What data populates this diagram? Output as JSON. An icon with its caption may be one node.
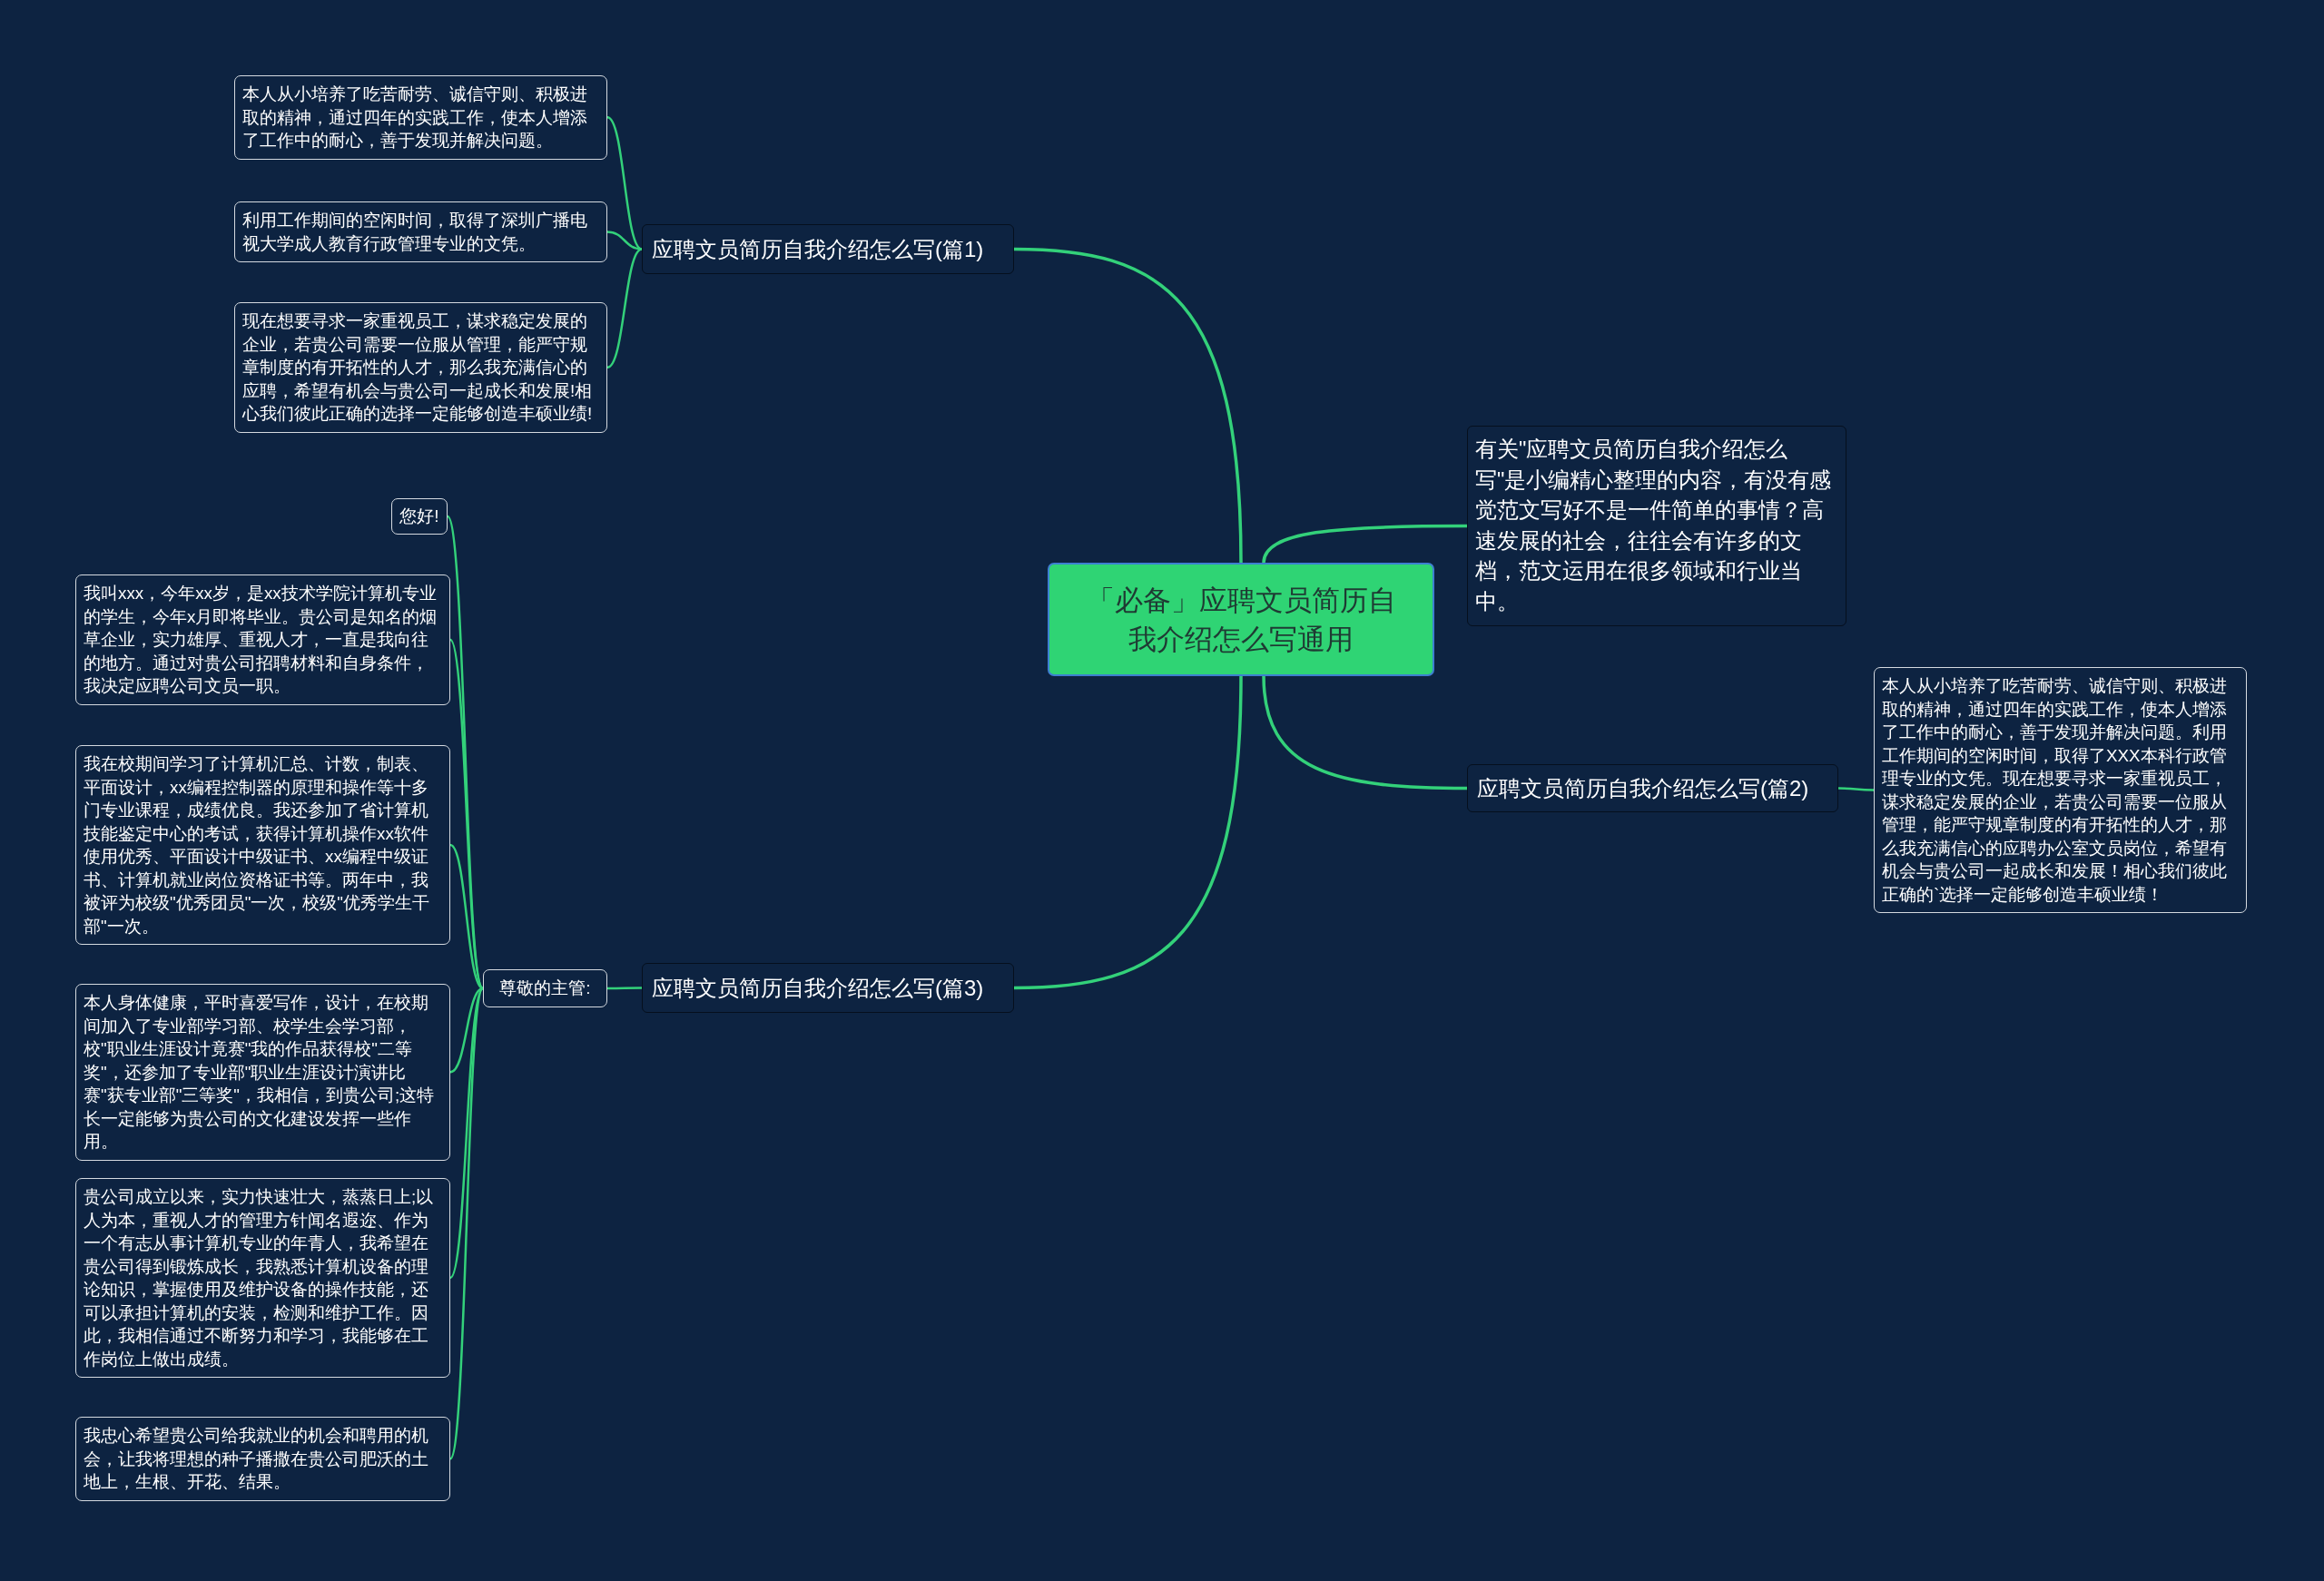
{
  "diagram": {
    "nodes": [
      {
        "text": [
          "「必备」应聘文员简历自我介绍怎么写通用"
        ]
      },
      {
        "text": [
          "应聘文员简历自我介绍怎么写(篇1)"
        ]
      },
      {
        "text": [
          "本人从小培养了吃苦耐劳、诚信守则、积极进取的精神，通过四年的实践工作，使本人增添了工作中的耐心，善于发现并解决问题。"
        ]
      },
      {
        "text": [
          "利用工作期间的空闲时间，取得了深圳广播电视大学成人教育行政管理专业的文凭。"
        ]
      },
      {
        "text": [
          "现在想要寻求一家重视员工，谋求稳定发展的企业，若贵公司需要一位服从管理，能严守规章制度的有开拓性的人才，那么我充满信心的应聘，希望有机会与贵公司一起成长和发展!相心我们彼此正确的选择一定能够创造丰硕业绩!"
        ]
      },
      {
        "text": [
          "有关\"应聘文员简历自我介绍怎么写\"是小编精心整理的内容，有没有感觉范文写好不是一件简单的事情？高速发展的社会，往往会有许多的文档，范文运用在很多领域和行业当中。"
        ]
      },
      {
        "text": [
          "应聘文员简历自我介绍怎么写(篇2)"
        ]
      },
      {
        "text": [
          "本人从小培养了吃苦耐劳、诚信守则、积极进取的精神，通过四年的实践工作，使本人增添了工作中的耐心，善于发现并解决问题。利用工作期间的空闲时间，取得了XXX本科行政管理专业的文凭。现在想要寻求一家重视员工，谋求稳定发展的企业，若贵公司需要一位服从管理，能严守规章制度的有开拓性的人才，那么我充满信心的应聘办公室文员岗位，希望有机会与贵公司一起成长和发展！相心我们彼此正确的`选择一定能够创造丰硕业绩！"
        ]
      },
      {
        "text": [
          "应聘文员简历自我介绍怎么写(篇3)"
        ]
      },
      {
        "text": [
          "尊敬的主管:"
        ]
      },
      {
        "text": [
          "您好!"
        ]
      },
      {
        "text": [
          "我叫xxx，今年xx岁，是xx技术学院计算机专业的学生，今年x月即将毕业。贵公司是知名的烟草企业，实力雄厚、重视人才，一直是我向往的地方。通过对贵公司招聘材料和自身条件，我决定应聘公司文员一职。"
        ]
      },
      {
        "text": [
          "我在校期间学习了计算机汇总、计数，制表、平面设计，xx编程控制器的原理和操作等十多门专业课程，成绩优良。我还参加了省计算机技能鉴定中心的考试，获得计算机操作xx软件使用优秀、平面设计中级证书、xx编程中级证书、计算机就业岗位资格证书等。两年中，我被评为校级\"优秀团员\"一次，校级\"优秀学生干部\"一次。"
        ]
      },
      {
        "text": [
          "本人身体健康，平时喜爱写作，设计，在校期间加入了专业部学习部、校学生会学习部，校\"职业生涯设计竟赛\"我的作品获得校\"二等奖\"，还参加了专业部\"职业生涯设计演讲比赛\"获专业部\"三等奖\"，我相信，到贵公司;这特长一定能够为贵公司的文化建设发挥一些作用。"
        ]
      },
      {
        "text": [
          "贵公司成立以来，实力快速壮大，蒸蒸日上;以人为本，重视人才的管理方针闻名遐迩、作为一个有志从事计算机专业的年青人，我希望在贵公司得到锻炼成长，我熟悉计算机设备的理论知识，掌握使用及维护设备的操作技能，还可以承担计算机的安装，检测和维护工作。因此，我相信通过不断努力和学习，我能够在工作岗位上做出成绩。"
        ]
      },
      {
        "text": [
          "我忠心希望贵公司给我就业的机会和聘用的机会，让我将理想的种子播撒在贵公司肥沃的土地上，生根、开花、结果。"
        ]
      }
    ],
    "edges": [
      {
        "from": 0,
        "to": 1,
        "arrow": "none"
      },
      {
        "from": 1,
        "to": 2,
        "arrow": "none"
      },
      {
        "from": 1,
        "to": 3,
        "arrow": "none"
      },
      {
        "from": 1,
        "to": 4,
        "arrow": "none"
      },
      {
        "from": 0,
        "to": 5,
        "arrow": "none"
      },
      {
        "from": 0,
        "to": 6,
        "arrow": "none"
      },
      {
        "from": 6,
        "to": 7,
        "arrow": "none"
      },
      {
        "from": 0,
        "to": 8,
        "arrow": "none"
      },
      {
        "from": 8,
        "to": 9,
        "arrow": "none"
      },
      {
        "from": 9,
        "to": 10,
        "arrow": "none"
      },
      {
        "from": 9,
        "to": 11,
        "arrow": "none"
      },
      {
        "from": 9,
        "to": 12,
        "arrow": "none"
      },
      {
        "from": 9,
        "to": 13,
        "arrow": "none"
      },
      {
        "from": 9,
        "to": 14,
        "arrow": "none"
      },
      {
        "from": 9,
        "to": 15,
        "arrow": "none"
      }
    ]
  }
}
